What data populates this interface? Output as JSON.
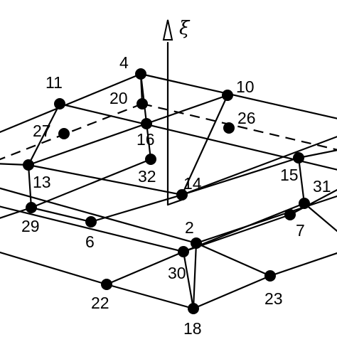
{
  "diagram": {
    "axis_label": "ξ",
    "nodes": [
      {
        "id": "4",
        "label": "4"
      },
      {
        "id": "20",
        "label": "20"
      },
      {
        "id": "11",
        "label": "11"
      },
      {
        "id": "10",
        "label": "10"
      },
      {
        "id": "27",
        "label": "27"
      },
      {
        "id": "16",
        "label": "16"
      },
      {
        "id": "26",
        "label": "26"
      },
      {
        "id": "13",
        "label": "13"
      },
      {
        "id": "32",
        "label": "32"
      },
      {
        "id": "15",
        "label": "15"
      },
      {
        "id": "14",
        "label": "14"
      },
      {
        "id": "31",
        "label": "31"
      },
      {
        "id": "29",
        "label": "29"
      },
      {
        "id": "6",
        "label": "6"
      },
      {
        "id": "2",
        "label": "2"
      },
      {
        "id": "7",
        "label": "7"
      },
      {
        "id": "30",
        "label": "30"
      },
      {
        "id": "22",
        "label": "22"
      },
      {
        "id": "23",
        "label": "23"
      },
      {
        "id": "18",
        "label": "18"
      }
    ]
  }
}
